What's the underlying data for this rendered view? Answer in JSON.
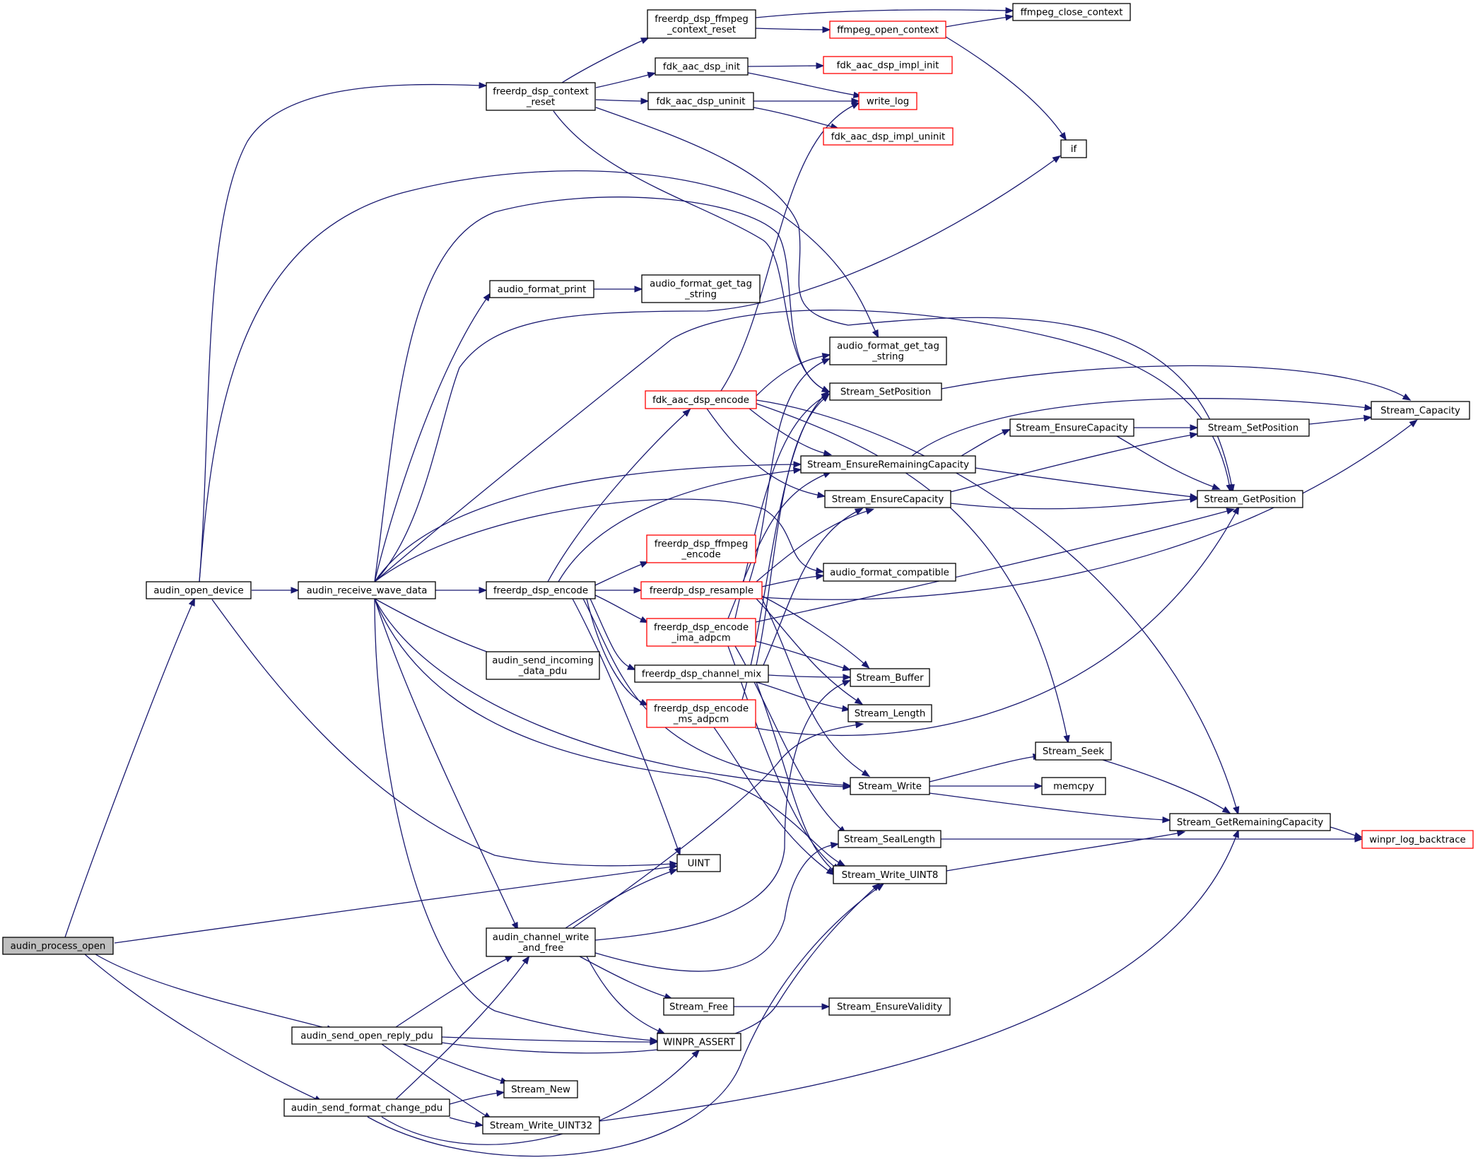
{
  "colors": {
    "edge": "#191970",
    "node_border": "#000000",
    "node_border_external": "#ff0000",
    "node_fill": "#ffffff",
    "root_fill": "#bfbfbf"
  },
  "nodes": {
    "audin_process_open": {
      "lines": [
        "audin_process_open"
      ],
      "style": "root"
    },
    "audin_open_device": {
      "lines": [
        "audin_open_device"
      ],
      "style": "normal"
    },
    "audin_receive_wave_data": {
      "lines": [
        "audin_receive_wave_data"
      ],
      "style": "normal"
    },
    "freerdp_dsp_context_reset": {
      "lines": [
        "freerdp_dsp_context",
        "_reset"
      ],
      "style": "normal"
    },
    "freerdp_dsp_ffmpeg_context_reset": {
      "lines": [
        "freerdp_dsp_ffmpeg",
        "_context_reset"
      ],
      "style": "normal"
    },
    "ffmpeg_close_context": {
      "lines": [
        "ffmpeg_close_context"
      ],
      "style": "normal"
    },
    "ffmpeg_open_context": {
      "lines": [
        "ffmpeg_open_context"
      ],
      "style": "external"
    },
    "fdk_aac_dsp_init": {
      "lines": [
        "fdk_aac_dsp_init"
      ],
      "style": "normal"
    },
    "fdk_aac_dsp_impl_init": {
      "lines": [
        "fdk_aac_dsp_impl_init"
      ],
      "style": "external"
    },
    "fdk_aac_dsp_uninit": {
      "lines": [
        "fdk_aac_dsp_uninit"
      ],
      "style": "normal"
    },
    "write_log": {
      "lines": [
        "write_log"
      ],
      "style": "external"
    },
    "fdk_aac_dsp_impl_uninit": {
      "lines": [
        "fdk_aac_dsp_impl_uninit"
      ],
      "style": "external"
    },
    "if": {
      "lines": [
        "if"
      ],
      "style": "normal"
    },
    "audio_format_print": {
      "lines": [
        "audio_format_print"
      ],
      "style": "normal"
    },
    "audio_format_get_tag_string_a": {
      "lines": [
        "audio_format_get_tag",
        "_string"
      ],
      "style": "normal"
    },
    "audio_format_get_tag_string_b": {
      "lines": [
        "audio_format_get_tag",
        "_string"
      ],
      "style": "normal"
    },
    "Stream_SetPosition_a": {
      "lines": [
        "Stream_SetPosition"
      ],
      "style": "normal"
    },
    "fdk_aac_dsp_encode": {
      "lines": [
        "fdk_aac_dsp_encode"
      ],
      "style": "external"
    },
    "Stream_Capacity": {
      "lines": [
        "Stream_Capacity"
      ],
      "style": "normal"
    },
    "Stream_EnsureCapacity_a": {
      "lines": [
        "Stream_EnsureCapacity"
      ],
      "style": "normal"
    },
    "Stream_SetPosition_b": {
      "lines": [
        "Stream_SetPosition"
      ],
      "style": "normal"
    },
    "Stream_EnsureRemainingCapacity": {
      "lines": [
        "Stream_EnsureRemainingCapacity"
      ],
      "style": "normal"
    },
    "Stream_EnsureCapacity_b": {
      "lines": [
        "Stream_EnsureCapacity"
      ],
      "style": "normal"
    },
    "Stream_GetPosition": {
      "lines": [
        "Stream_GetPosition"
      ],
      "style": "normal"
    },
    "freerdp_dsp_ffmpeg_encode": {
      "lines": [
        "freerdp_dsp_ffmpeg",
        "_encode"
      ],
      "style": "external"
    },
    "audio_format_compatible": {
      "lines": [
        "audio_format_compatible"
      ],
      "style": "normal"
    },
    "freerdp_dsp_encode": {
      "lines": [
        "freerdp_dsp_encode"
      ],
      "style": "normal"
    },
    "freerdp_dsp_resample": {
      "lines": [
        "freerdp_dsp_resample"
      ],
      "style": "external"
    },
    "freerdp_dsp_encode_ima_adpcm": {
      "lines": [
        "freerdp_dsp_encode",
        "_ima_adpcm"
      ],
      "style": "external"
    },
    "audin_send_incoming_data_pdu": {
      "lines": [
        "audin_send_incoming",
        "_data_pdu"
      ],
      "style": "normal"
    },
    "freerdp_dsp_channel_mix": {
      "lines": [
        "freerdp_dsp_channel_mix"
      ],
      "style": "normal"
    },
    "Stream_Buffer": {
      "lines": [
        "Stream_Buffer"
      ],
      "style": "normal"
    },
    "freerdp_dsp_encode_ms_adpcm": {
      "lines": [
        "freerdp_dsp_encode",
        "_ms_adpcm"
      ],
      "style": "external"
    },
    "Stream_Length": {
      "lines": [
        "Stream_Length"
      ],
      "style": "normal"
    },
    "Stream_Seek": {
      "lines": [
        "Stream_Seek"
      ],
      "style": "normal"
    },
    "Stream_Write": {
      "lines": [
        "Stream_Write"
      ],
      "style": "normal"
    },
    "memcpy": {
      "lines": [
        "memcpy"
      ],
      "style": "normal"
    },
    "Stream_GetRemainingCapacity": {
      "lines": [
        "Stream_GetRemainingCapacity"
      ],
      "style": "normal"
    },
    "Stream_SealLength": {
      "lines": [
        "Stream_SealLength"
      ],
      "style": "normal"
    },
    "winpr_log_backtrace": {
      "lines": [
        "winpr_log_backtrace"
      ],
      "style": "external"
    },
    "UINT": {
      "lines": [
        "UINT"
      ],
      "style": "normal"
    },
    "Stream_Write_UINT8": {
      "lines": [
        "Stream_Write_UINT8"
      ],
      "style": "normal"
    },
    "audin_channel_write_and_free": {
      "lines": [
        "audin_channel_write",
        "_and_free"
      ],
      "style": "normal"
    },
    "Stream_Free": {
      "lines": [
        "Stream_Free"
      ],
      "style": "normal"
    },
    "Stream_EnsureValidity": {
      "lines": [
        "Stream_EnsureValidity"
      ],
      "style": "normal"
    },
    "audin_send_open_reply_pdu": {
      "lines": [
        "audin_send_open_reply_pdu"
      ],
      "style": "normal"
    },
    "WINPR_ASSERT": {
      "lines": [
        "WINPR_ASSERT"
      ],
      "style": "normal"
    },
    "Stream_New": {
      "lines": [
        "Stream_New"
      ],
      "style": "normal"
    },
    "audin_send_format_change_pdu": {
      "lines": [
        "audin_send_format_change_pdu"
      ],
      "style": "normal"
    },
    "Stream_Write_UINT32": {
      "lines": [
        "Stream_Write_UINT32"
      ],
      "style": "normal"
    }
  },
  "edges": [
    [
      "audin_process_open",
      "audin_open_device"
    ],
    [
      "audin_process_open",
      "UINT"
    ],
    [
      "audin_process_open",
      "audin_send_open_reply_pdu"
    ],
    [
      "audin_process_open",
      "audin_send_format_change_pdu"
    ],
    [
      "audin_open_device",
      "freerdp_dsp_context_reset"
    ],
    [
      "audin_open_device",
      "audio_format_get_tag_string_b"
    ],
    [
      "audin_open_device",
      "audin_receive_wave_data"
    ],
    [
      "audin_open_device",
      "UINT"
    ],
    [
      "freerdp_dsp_context_reset",
      "freerdp_dsp_ffmpeg_context_reset"
    ],
    [
      "freerdp_dsp_context_reset",
      "fdk_aac_dsp_init"
    ],
    [
      "freerdp_dsp_context_reset",
      "fdk_aac_dsp_uninit"
    ],
    [
      "freerdp_dsp_context_reset",
      "Stream_SetPosition_a"
    ],
    [
      "freerdp_dsp_context_reset",
      "Stream_GetPosition"
    ],
    [
      "freerdp_dsp_ffmpeg_context_reset",
      "ffmpeg_close_context"
    ],
    [
      "freerdp_dsp_ffmpeg_context_reset",
      "ffmpeg_open_context"
    ],
    [
      "ffmpeg_open_context",
      "ffmpeg_close_context"
    ],
    [
      "ffmpeg_open_context",
      "if"
    ],
    [
      "fdk_aac_dsp_init",
      "fdk_aac_dsp_impl_init"
    ],
    [
      "fdk_aac_dsp_init",
      "write_log"
    ],
    [
      "fdk_aac_dsp_uninit",
      "write_log"
    ],
    [
      "fdk_aac_dsp_uninit",
      "fdk_aac_dsp_impl_uninit"
    ],
    [
      "audin_receive_wave_data",
      "audio_format_print"
    ],
    [
      "audin_receive_wave_data",
      "if"
    ],
    [
      "audin_receive_wave_data",
      "Stream_SetPosition_a"
    ],
    [
      "audin_receive_wave_data",
      "Stream_GetPosition"
    ],
    [
      "audin_receive_wave_data",
      "Stream_EnsureRemainingCapacity"
    ],
    [
      "audin_receive_wave_data",
      "audio_format_compatible"
    ],
    [
      "audin_receive_wave_data",
      "freerdp_dsp_encode"
    ],
    [
      "audin_receive_wave_data",
      "audin_send_incoming_data_pdu"
    ],
    [
      "audin_receive_wave_data",
      "Stream_Write"
    ],
    [
      "audin_receive_wave_data",
      "Stream_Write_UINT8"
    ],
    [
      "audin_receive_wave_data",
      "audin_channel_write_and_free"
    ],
    [
      "audin_receive_wave_data",
      "WINPR_ASSERT"
    ],
    [
      "audio_format_print",
      "audio_format_get_tag_string_a"
    ],
    [
      "freerdp_dsp_encode",
      "fdk_aac_dsp_encode"
    ],
    [
      "freerdp_dsp_encode",
      "Stream_EnsureRemainingCapacity"
    ],
    [
      "freerdp_dsp_encode",
      "freerdp_dsp_ffmpeg_encode"
    ],
    [
      "freerdp_dsp_encode",
      "freerdp_dsp_resample"
    ],
    [
      "freerdp_dsp_encode",
      "freerdp_dsp_encode_ima_adpcm"
    ],
    [
      "freerdp_dsp_encode",
      "freerdp_dsp_channel_mix"
    ],
    [
      "freerdp_dsp_encode",
      "freerdp_dsp_encode_ms_adpcm"
    ],
    [
      "freerdp_dsp_encode",
      "UINT"
    ],
    [
      "freerdp_dsp_encode",
      "Stream_Write"
    ],
    [
      "fdk_aac_dsp_encode",
      "write_log"
    ],
    [
      "fdk_aac_dsp_encode",
      "audio_format_get_tag_string_b"
    ],
    [
      "fdk_aac_dsp_encode",
      "Stream_EnsureRemainingCapacity"
    ],
    [
      "fdk_aac_dsp_encode",
      "Stream_EnsureCapacity_b"
    ],
    [
      "fdk_aac_dsp_encode",
      "Stream_Seek"
    ],
    [
      "fdk_aac_dsp_encode",
      "Stream_GetRemainingCapacity"
    ],
    [
      "Stream_SetPosition_a",
      "Stream_Capacity"
    ],
    [
      "Stream_EnsureRemainingCapacity",
      "Stream_Capacity"
    ],
    [
      "Stream_EnsureRemainingCapacity",
      "Stream_EnsureCapacity_a"
    ],
    [
      "Stream_EnsureRemainingCapacity",
      "Stream_GetPosition"
    ],
    [
      "Stream_EnsureCapacity_a",
      "Stream_SetPosition_b"
    ],
    [
      "Stream_EnsureCapacity_a",
      "Stream_GetPosition"
    ],
    [
      "Stream_SetPosition_b",
      "Stream_Capacity"
    ],
    [
      "Stream_EnsureCapacity_b",
      "Stream_SetPosition_b"
    ],
    [
      "Stream_EnsureCapacity_b",
      "Stream_GetPosition"
    ],
    [
      "freerdp_dsp_resample",
      "audio_format_get_tag_string_b"
    ],
    [
      "freerdp_dsp_resample",
      "Stream_EnsureCapacity_b"
    ],
    [
      "freerdp_dsp_resample",
      "audio_format_compatible"
    ],
    [
      "freerdp_dsp_resample",
      "Stream_Capacity"
    ],
    [
      "freerdp_dsp_resample",
      "Stream_Buffer"
    ],
    [
      "freerdp_dsp_resample",
      "Stream_Length"
    ],
    [
      "freerdp_dsp_resample",
      "Stream_Write"
    ],
    [
      "freerdp_dsp_encode_ima_adpcm",
      "Stream_SetPosition_a"
    ],
    [
      "freerdp_dsp_encode_ima_adpcm",
      "Stream_EnsureRemainingCapacity"
    ],
    [
      "freerdp_dsp_encode_ima_adpcm",
      "Stream_GetPosition"
    ],
    [
      "freerdp_dsp_encode_ima_adpcm",
      "Stream_Buffer"
    ],
    [
      "freerdp_dsp_encode_ima_adpcm",
      "Stream_SealLength"
    ],
    [
      "freerdp_dsp_encode_ima_adpcm",
      "Stream_Write_UINT8"
    ],
    [
      "freerdp_dsp_channel_mix",
      "Stream_SetPosition_a"
    ],
    [
      "freerdp_dsp_channel_mix",
      "Stream_EnsureCapacity_b"
    ],
    [
      "freerdp_dsp_channel_mix",
      "Stream_Buffer"
    ],
    [
      "freerdp_dsp_channel_mix",
      "Stream_Length"
    ],
    [
      "freerdp_dsp_channel_mix",
      "Stream_Write_UINT8"
    ],
    [
      "freerdp_dsp_encode_ms_adpcm",
      "Stream_SetPosition_a"
    ],
    [
      "freerdp_dsp_encode_ms_adpcm",
      "Stream_GetPosition"
    ],
    [
      "freerdp_dsp_encode_ms_adpcm",
      "Stream_Write_UINT8"
    ],
    [
      "Stream_Write",
      "Stream_Seek"
    ],
    [
      "Stream_Write",
      "memcpy"
    ],
    [
      "Stream_Write",
      "Stream_GetRemainingCapacity"
    ],
    [
      "Stream_Seek",
      "Stream_GetRemainingCapacity"
    ],
    [
      "Stream_GetRemainingCapacity",
      "winpr_log_backtrace"
    ],
    [
      "Stream_SealLength",
      "winpr_log_backtrace"
    ],
    [
      "Stream_Write_UINT8",
      "Stream_GetRemainingCapacity"
    ],
    [
      "audin_channel_write_and_free",
      "UINT"
    ],
    [
      "audin_channel_write_and_free",
      "Stream_Length"
    ],
    [
      "audin_channel_write_and_free",
      "Stream_Buffer"
    ],
    [
      "audin_channel_write_and_free",
      "Stream_SealLength"
    ],
    [
      "audin_channel_write_and_free",
      "Stream_Free"
    ],
    [
      "audin_channel_write_and_free",
      "WINPR_ASSERT"
    ],
    [
      "Stream_Free",
      "Stream_EnsureValidity"
    ],
    [
      "audin_send_open_reply_pdu",
      "audin_channel_write_and_free"
    ],
    [
      "audin_send_open_reply_pdu",
      "WINPR_ASSERT"
    ],
    [
      "audin_send_open_reply_pdu",
      "Stream_New"
    ],
    [
      "audin_send_open_reply_pdu",
      "Stream_Write_UINT32"
    ],
    [
      "audin_send_open_reply_pdu",
      "Stream_Write_UINT8"
    ],
    [
      "audin_send_format_change_pdu",
      "audin_channel_write_and_free"
    ],
    [
      "audin_send_format_change_pdu",
      "Stream_New"
    ],
    [
      "audin_send_format_change_pdu",
      "Stream_Write_UINT32"
    ],
    [
      "audin_send_format_change_pdu",
      "WINPR_ASSERT"
    ],
    [
      "audin_send_format_change_pdu",
      "Stream_Write_UINT8"
    ],
    [
      "Stream_Write_UINT32",
      "Stream_GetRemainingCapacity"
    ]
  ]
}
